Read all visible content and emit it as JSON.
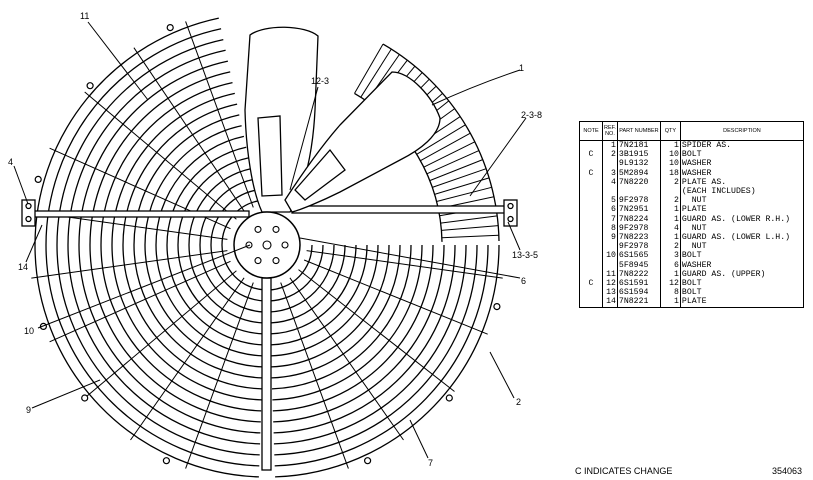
{
  "callouts": [
    {
      "id": "c11",
      "text": "11"
    },
    {
      "id": "c12-3",
      "text": "12-3"
    },
    {
      "id": "c1",
      "text": "1"
    },
    {
      "id": "c2-3-8",
      "text": "2-3-8"
    },
    {
      "id": "c4",
      "text": "4"
    },
    {
      "id": "c14",
      "text": "14"
    },
    {
      "id": "c13-3-5",
      "text": "13-3-5"
    },
    {
      "id": "c6",
      "text": "6"
    },
    {
      "id": "c10",
      "text": "10"
    },
    {
      "id": "c9",
      "text": "9"
    },
    {
      "id": "c2",
      "text": "2"
    },
    {
      "id": "c7",
      "text": "7"
    }
  ],
  "table": {
    "headers": {
      "note": "NOTE",
      "ref": "REF. NO.",
      "part": "PART NUMBER",
      "qty": "QTY",
      "desc": "DESCRIPTION"
    },
    "rows": [
      {
        "note": "",
        "ref": "1",
        "part": "7N2181",
        "qty": "1",
        "desc": "SPIDER AS."
      },
      {
        "note": "C",
        "ref": "2",
        "part": "3B1915",
        "qty": "10",
        "desc": "BOLT"
      },
      {
        "note": "",
        "ref": "",
        "part": "9L9132",
        "qty": "10",
        "desc": "WASHER"
      },
      {
        "note": "C",
        "ref": "3",
        "part": "5M2894",
        "qty": "18",
        "desc": "WASHER"
      },
      {
        "note": "",
        "ref": "4",
        "part": "7N8220",
        "qty": "2",
        "desc": "PLATE AS."
      },
      {
        "note": "",
        "ref": "",
        "part": "",
        "qty": "",
        "desc": "(EACH INCLUDES)"
      },
      {
        "note": "",
        "ref": "5",
        "part": "9F2978",
        "qty": "2",
        "desc": "  NUT"
      },
      {
        "note": "",
        "ref": "6",
        "part": "7N2951",
        "qty": "1",
        "desc": "PLATE"
      },
      {
        "note": "",
        "ref": "7",
        "part": "7N8224",
        "qty": "1",
        "desc": "GUARD AS. (LOWER R.H.)"
      },
      {
        "note": "",
        "ref": "8",
        "part": "9F2978",
        "qty": "4",
        "desc": "  NUT"
      },
      {
        "note": "",
        "ref": "9",
        "part": "7N8223",
        "qty": "1",
        "desc": "GUARD AS. (LOWER L.H.)"
      },
      {
        "note": "",
        "ref": "",
        "part": "9F2978",
        "qty": "2",
        "desc": "  NUT"
      },
      {
        "note": "",
        "ref": "10",
        "part": "6S1565",
        "qty": "3",
        "desc": "BOLT"
      },
      {
        "note": "",
        "ref": "",
        "part": "5F8945",
        "qty": "6",
        "desc": "WASHER"
      },
      {
        "note": "",
        "ref": "11",
        "part": "7N8222",
        "qty": "1",
        "desc": "GUARD AS. (UPPER)"
      },
      {
        "note": "C",
        "ref": "12",
        "part": "6S1591",
        "qty": "12",
        "desc": "BOLT"
      },
      {
        "note": "",
        "ref": "13",
        "part": "6S1594",
        "qty": "8",
        "desc": "BOLT"
      },
      {
        "note": "",
        "ref": "14",
        "part": "7N8221",
        "qty": "1",
        "desc": "PLATE"
      }
    ]
  },
  "footer": {
    "legend": "C   INDICATES CHANGE",
    "drawing_number": "354063"
  }
}
